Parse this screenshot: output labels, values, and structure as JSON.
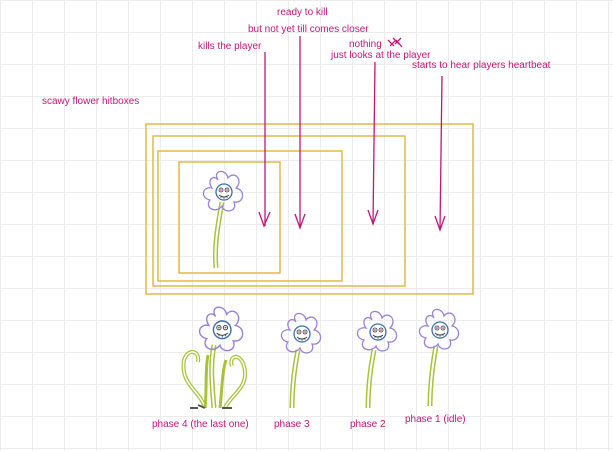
{
  "colors": {
    "annotation": "#c0167a",
    "hitbox": "#e0b53a",
    "stem": "#a8c23a",
    "petal": "#9b82d6",
    "face": "#3b6fa8"
  },
  "labels": {
    "title": "scawy flower hitboxes",
    "kill_top": "ready to kill",
    "kill_sub": "but not yet till comes closer",
    "kills": "kills the player",
    "nothing": "nothing",
    "looks": "just looks at the player",
    "heartbeat": "starts to hear players heartbeat"
  },
  "phases": [
    {
      "label": "phase 4 (the last one)"
    },
    {
      "label": "phase 3"
    },
    {
      "label": "phase 2"
    },
    {
      "label": "phase 1 (idle)"
    }
  ]
}
